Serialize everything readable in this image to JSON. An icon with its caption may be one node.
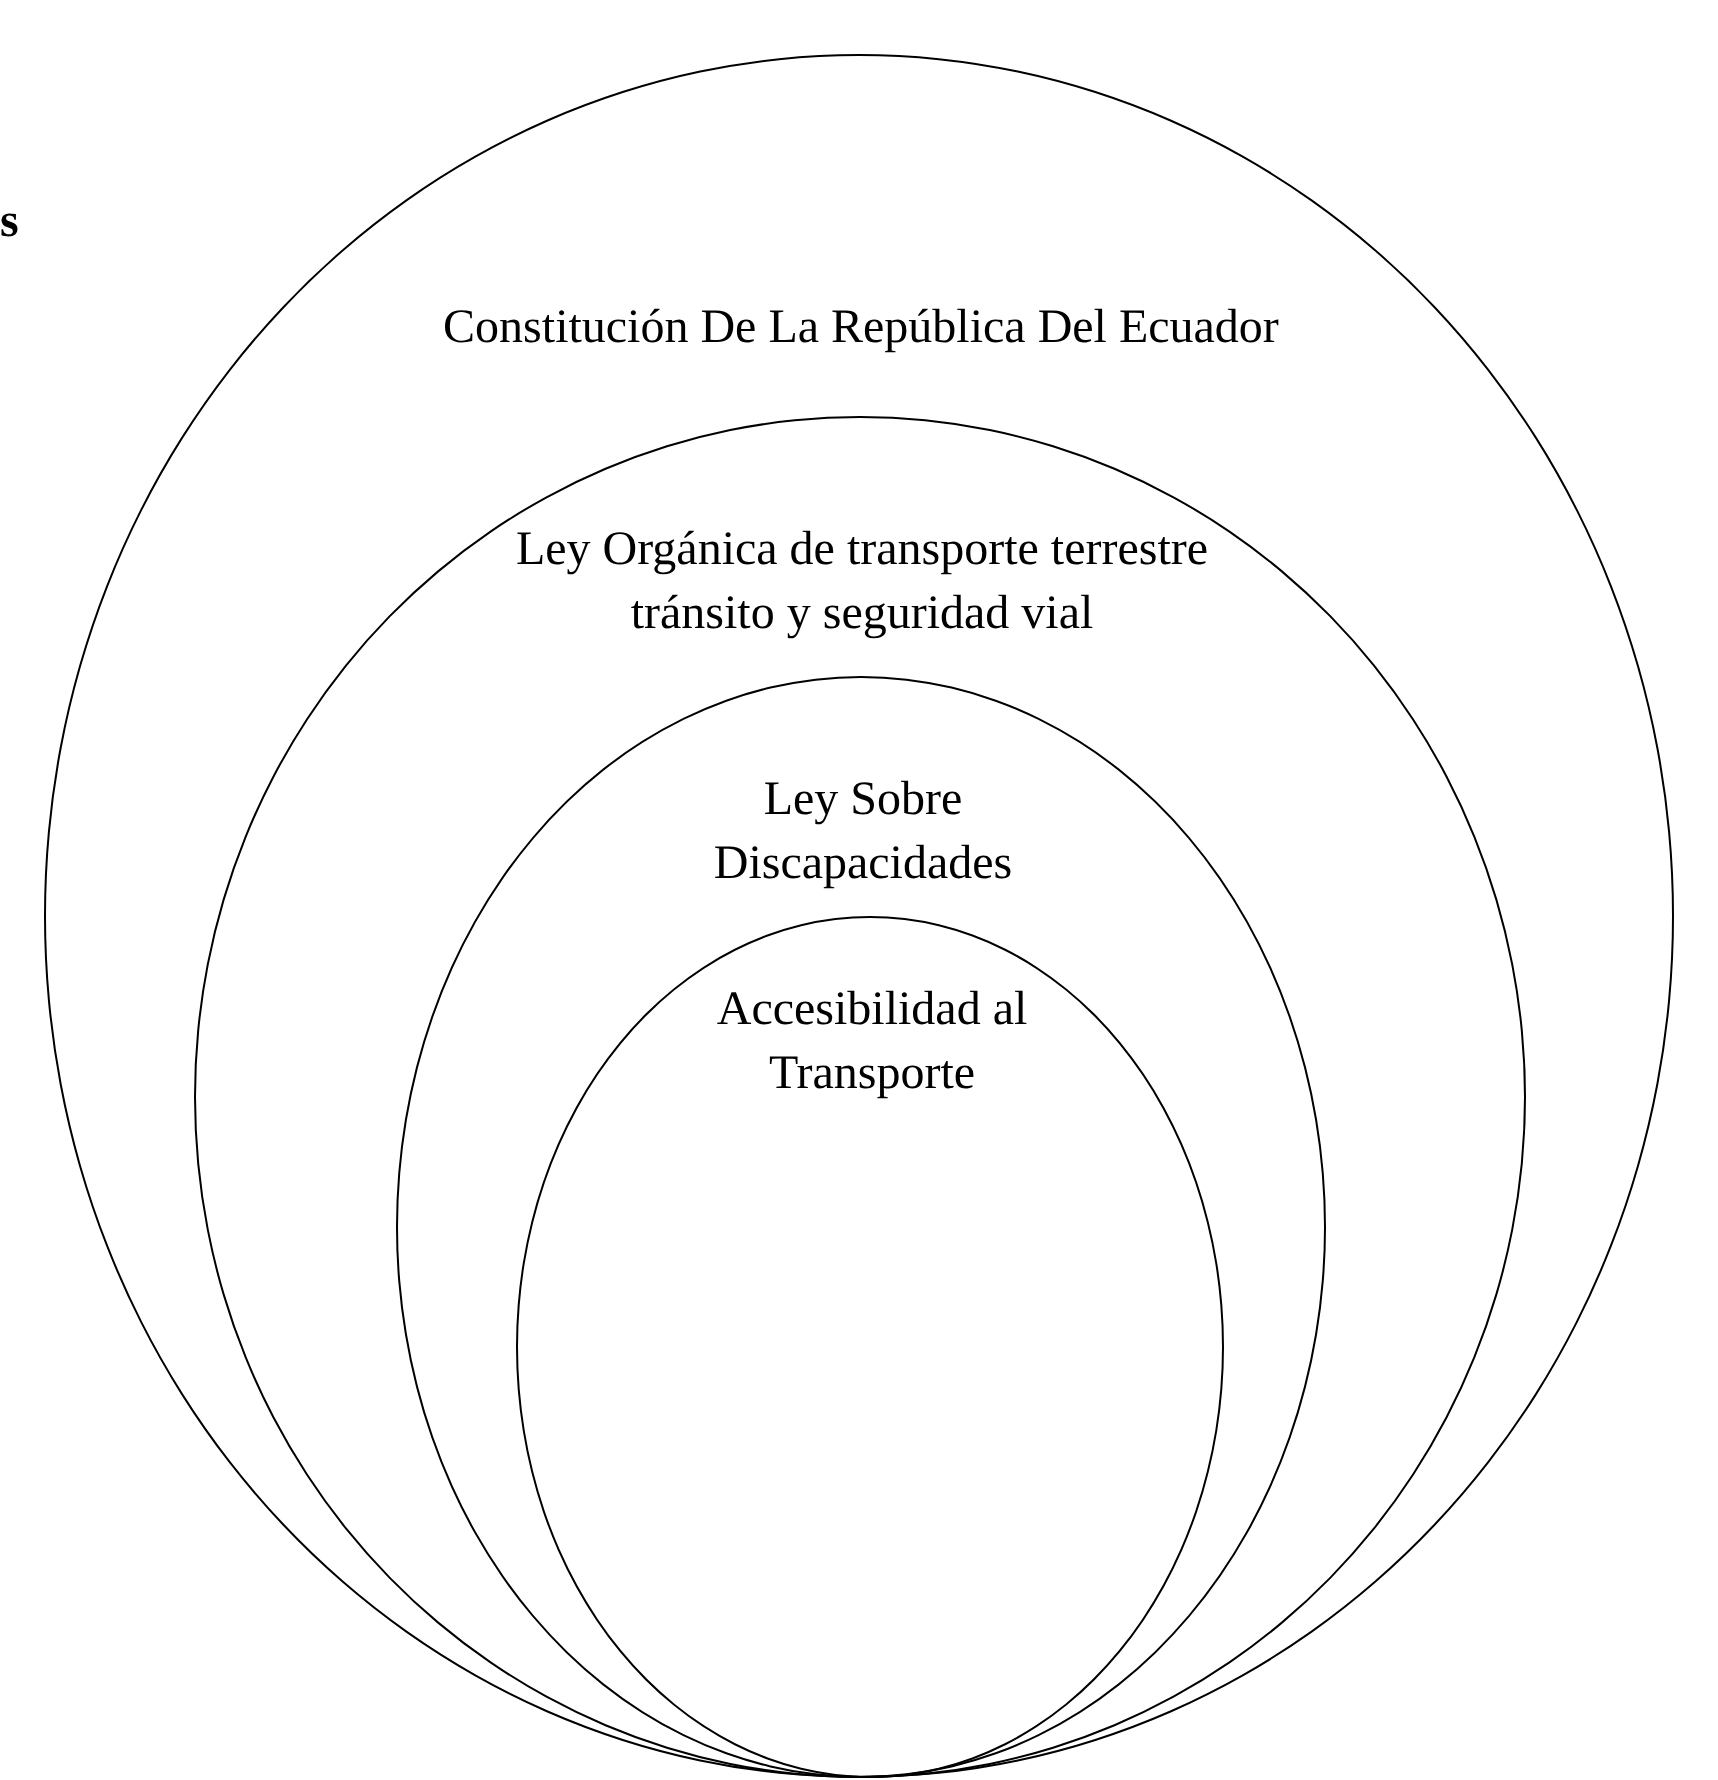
{
  "diagram": {
    "nodes": [
      {
        "text": [
          "Constitución De La República Del Ecuador"
        ]
      },
      {
        "text": [
          "Ley Orgánica de transporte terrestre tránsito y seguridad vial"
        ],
        "in": 0
      },
      {
        "text": [
          "Ley Sobre Discapacidades"
        ],
        "in": 1
      },
      {
        "text": [
          "Accesibilidad al Transporte"
        ],
        "in": 2
      }
    ],
    "labels": [
      "s"
    ]
  }
}
